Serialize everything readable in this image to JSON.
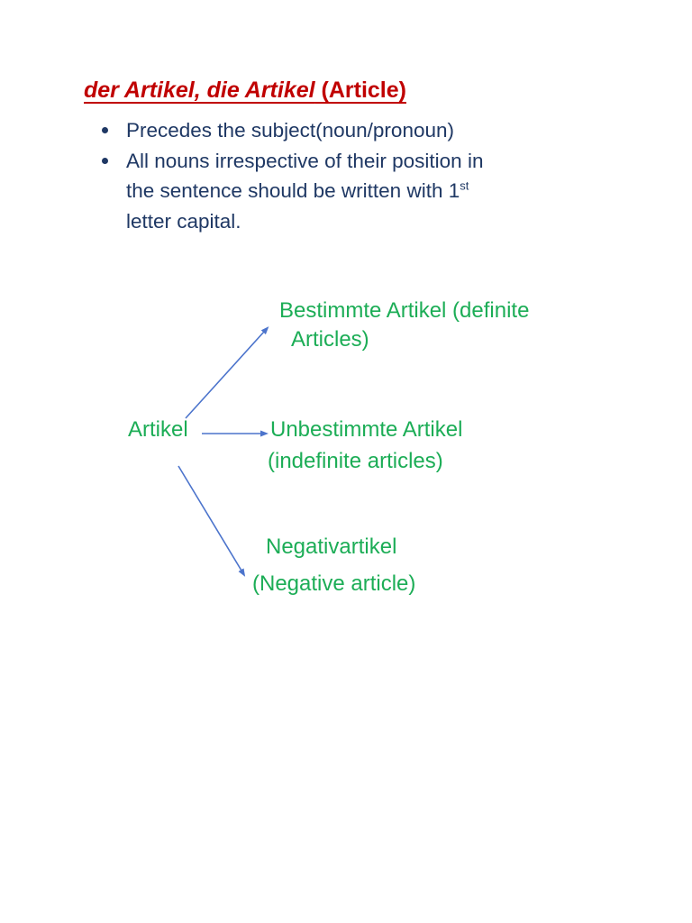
{
  "title": {
    "italic_part": "der Artikel, die Artikel",
    "regular_part": " (Article)",
    "color": "#c00000"
  },
  "bullets": {
    "color": "#1f3864",
    "items": [
      {
        "lines": [
          "Precedes the subject(noun/pronoun)"
        ]
      },
      {
        "lines": [
          "All nouns irrespective of their position in",
          "the sentence should be written with 1",
          "letter capital."
        ],
        "superscript": "st"
      }
    ]
  },
  "diagram": {
    "root_label": "Artikel",
    "text_color": "#1cad56",
    "arrow_color": "#4c74cc",
    "branches": [
      {
        "line1": "Bestimmte Artikel (definite",
        "line2": "Articles)"
      },
      {
        "line1": "Unbestimmte Artikel",
        "line2": "(indefinite articles)"
      },
      {
        "line1": "Negativartikel",
        "line2": "(Negative article)"
      }
    ]
  }
}
